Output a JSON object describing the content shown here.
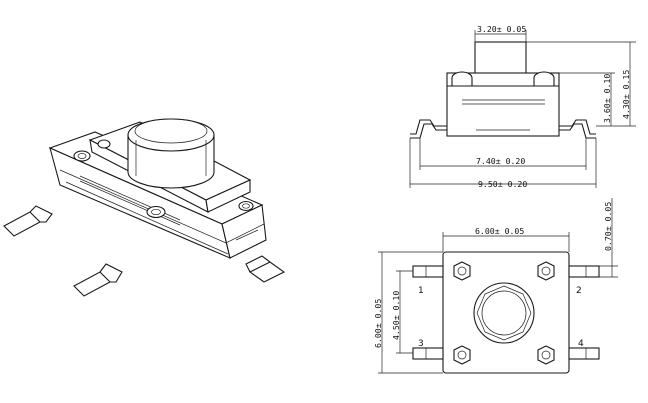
{
  "top_view": {
    "dims": {
      "actuator_width": "3.20± 0.05",
      "inner_width": "7.40± 0.20",
      "overall_width": "9.50± 0.20",
      "body_height": "3.60± 0.10",
      "total_height": "4.30± 0.15"
    }
  },
  "bottom_view": {
    "dims": {
      "body_width": "6.00± 0.05",
      "pin_offset": "0.70± 0.05",
      "body_height": "6.00± 0.05",
      "pin_spacing": "4.50± 0.10"
    },
    "pins": [
      "1",
      "2",
      "3",
      "4"
    ]
  }
}
